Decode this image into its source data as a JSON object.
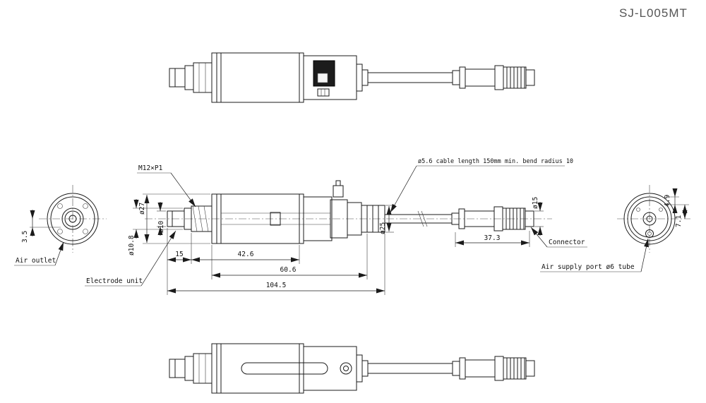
{
  "title": "SJ-L005MT",
  "labels": {
    "thread": "M12×P1",
    "cable_note": "ø5.6  cable length 150mm   min. bend radius 10",
    "air_outlet": "Air outlet",
    "electrode_unit": "Electrode unit",
    "connector": "Connector",
    "air_supply": "Air supply port ø6 tube"
  },
  "dimensions": {
    "body_diameter": "ø27",
    "electrode_diameter": "ø10",
    "electrode_tip_diameter": "ø10.8",
    "air_outlet_offset": "3.5",
    "electrode_length": "15",
    "front_section_length": "42.6",
    "body_length": "60.6",
    "overall_length": "104.5",
    "rear_diameter": "ø25",
    "connector_length": "37.3",
    "connector_diameter": "ø15",
    "port_offset_vertical": "4.9",
    "port_offset_horizontal": "7.1"
  }
}
